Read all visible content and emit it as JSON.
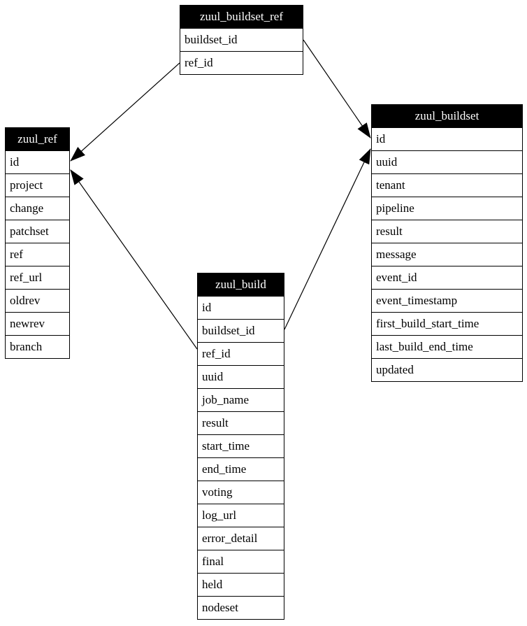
{
  "diagram": {
    "type": "er-diagram",
    "tables": [
      {
        "name": "zuul_buildset_ref",
        "title": "zuul_buildset_ref",
        "rows": [
          "buildset_id",
          "ref_id"
        ]
      },
      {
        "name": "zuul_ref",
        "title": "zuul_ref",
        "rows": [
          "id",
          "project",
          "change",
          "patchset",
          "ref",
          "ref_url",
          "oldrev",
          "newrev",
          "branch"
        ]
      },
      {
        "name": "zuul_buildset",
        "title": "zuul_buildset",
        "rows": [
          "id",
          "uuid",
          "tenant",
          "pipeline",
          "result",
          "message",
          "event_id",
          "event_timestamp",
          "first_build_start_time",
          "last_build_end_time",
          "updated"
        ]
      },
      {
        "name": "zuul_build",
        "title": "zuul_build",
        "rows": [
          "id",
          "buildset_id",
          "ref_id",
          "uuid",
          "job_name",
          "result",
          "start_time",
          "end_time",
          "voting",
          "log_url",
          "error_detail",
          "final",
          "held",
          "nodeset"
        ]
      }
    ],
    "edges": [
      {
        "from": "zuul_buildset_ref.ref_id",
        "to": "zuul_ref.id"
      },
      {
        "from": "zuul_buildset_ref.buildset_id",
        "to": "zuul_buildset.id"
      },
      {
        "from": "zuul_build.buildset_id",
        "to": "zuul_buildset.id"
      },
      {
        "from": "zuul_build.ref_id",
        "to": "zuul_ref.id"
      }
    ],
    "colors": {
      "header_bg": "#000000",
      "header_text": "#ffffff",
      "row_bg": "#ffffff",
      "row_text": "#000000",
      "border": "#000000",
      "edge": "#000000",
      "canvas_bg": "#ffffff"
    }
  }
}
